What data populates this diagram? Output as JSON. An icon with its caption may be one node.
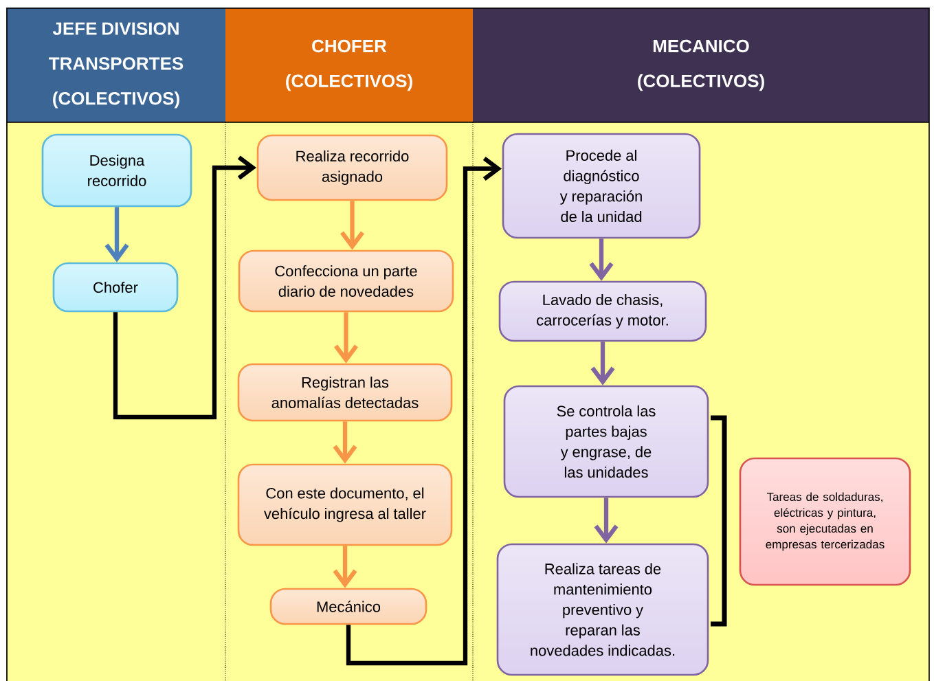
{
  "diagram": {
    "nodes": [
      {
        "text": [
          "JEFE DIVISION TRANSPORTES (COLECTIVOS)"
        ]
      },
      {
        "text": [
          "CHOFER (COLECTIVOS)"
        ]
      },
      {
        "text": [
          "MECANICO (COLECTIVOS)"
        ]
      },
      {
        "text": [
          "Designa recorrido"
        ],
        "in": 0
      },
      {
        "text": [
          "Chofer"
        ],
        "in": 0
      },
      {
        "text": [
          "Realiza recorrido asignado"
        ],
        "in": 1
      },
      {
        "text": [
          "Confecciona un parte diario de novedades"
        ],
        "in": 1
      },
      {
        "text": [
          "Registran las anomalías detectadas"
        ],
        "in": 1
      },
      {
        "text": [
          "Con este documento, el vehículo ingresa al taller"
        ],
        "in": 1
      },
      {
        "text": [
          "Mecánico"
        ],
        "in": 1
      },
      {
        "text": [
          "Procede al diagnóstico y reparación de la unidad"
        ],
        "in": 2
      },
      {
        "text": [
          "Lavado de chasis, carrocerías y motor."
        ],
        "in": 2
      },
      {
        "text": [
          "Se controla las partes bajas y engrase, de las unidades"
        ],
        "in": 2
      },
      {
        "text": [
          "Realiza tareas de mantenimiento preventivo y reparan las novedades indicadas."
        ],
        "in": 2
      },
      {
        "text": [
          "Tareas de soldaduras, eléctricas y pintura, son ejecutadas en empresas tercerizadas"
        ],
        "in": 2
      }
    ],
    "edges": [
      {
        "from": 3,
        "to": 4,
        "arrow": "to",
        "color": "#4f81bd"
      },
      {
        "from": 4,
        "to": 5,
        "arrow": "to",
        "color": "#000000"
      },
      {
        "from": 5,
        "to": 6,
        "arrow": "to",
        "color": "#f79646"
      },
      {
        "from": 6,
        "to": 7,
        "arrow": "to",
        "color": "#f79646"
      },
      {
        "from": 7,
        "to": 8,
        "arrow": "to",
        "color": "#f79646"
      },
      {
        "from": 8,
        "to": 9,
        "arrow": "to",
        "color": "#f79646"
      },
      {
        "from": 9,
        "to": 10,
        "arrow": "to",
        "color": "#000000"
      },
      {
        "from": 10,
        "to": 11,
        "arrow": "to",
        "color": "#8064a2"
      },
      {
        "from": 11,
        "to": 12,
        "arrow": "to",
        "color": "#8064a2"
      },
      {
        "from": 12,
        "to": 13,
        "arrow": "to",
        "color": "#8064a2"
      }
    ]
  }
}
